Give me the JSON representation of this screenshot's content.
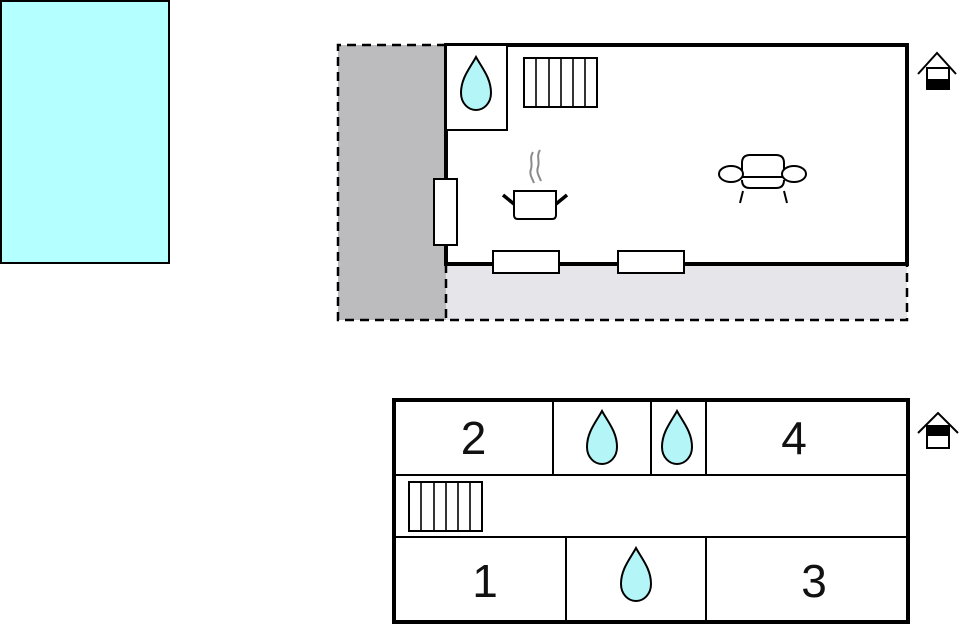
{
  "diagram": {
    "type": "floor-plan",
    "colors": {
      "pool": "#b4ffff",
      "water_drop": "#b4f6f8",
      "terrace_dark": "#bcbcbf",
      "terrace_light": "#e6e6ea",
      "wall": "#000000",
      "steam": "#8a8a8a"
    },
    "pool": {
      "label": "swimming-pool"
    },
    "ground_floor": {
      "floor_icon": "house-ground-floor-icon",
      "rooms": [
        {
          "name": "bathroom",
          "icon": "water-drop-icon"
        },
        {
          "name": "stairs",
          "icon": "stairs-icon"
        },
        {
          "name": "kitchen",
          "icon": "cooking-pot-icon"
        },
        {
          "name": "living-room",
          "icon": "sofa-icon"
        }
      ],
      "windows": 3,
      "terraces": [
        "side-terrace",
        "front-terrace"
      ]
    },
    "upper_floor": {
      "floor_icon": "house-upper-floor-icon",
      "rooms": [
        {
          "number": "2",
          "type": "bedroom"
        },
        {
          "type": "bathroom",
          "icon": "water-drop-icon"
        },
        {
          "type": "bathroom",
          "icon": "water-drop-icon"
        },
        {
          "number": "4",
          "type": "bedroom"
        },
        {
          "type": "hallway",
          "icon": "stairs-icon"
        },
        {
          "number": "1",
          "type": "bedroom"
        },
        {
          "type": "bathroom",
          "icon": "water-drop-icon"
        },
        {
          "number": "3",
          "type": "bedroom"
        }
      ]
    }
  }
}
